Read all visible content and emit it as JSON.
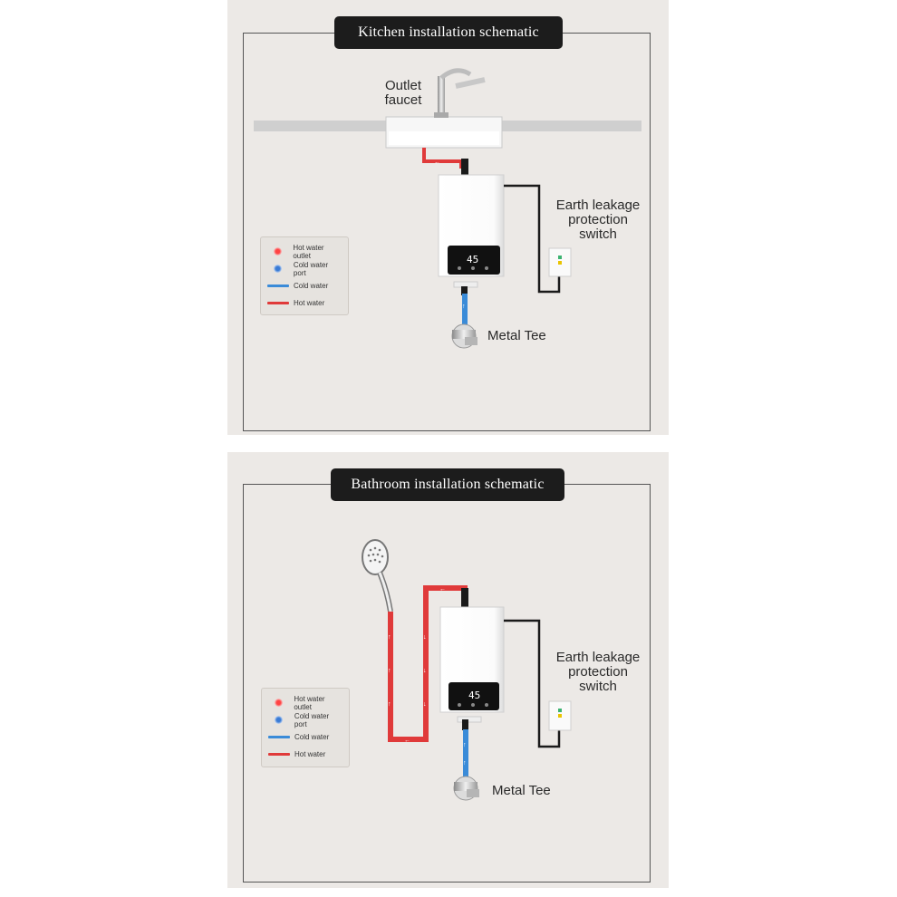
{
  "kitchen": {
    "title": "Kitchen installation schematic",
    "labels": {
      "faucet_line1": "Outlet",
      "faucet_line2": "faucet",
      "switch_line1": "Earth leakage",
      "switch_line2": "protection",
      "switch_line3": "switch",
      "tee": "Metal Tee"
    },
    "display_reading": "45",
    "legend": [
      {
        "label": "Hot water outlet",
        "key": "red-dot"
      },
      {
        "label": "Cold water port",
        "key": "blue-dot"
      },
      {
        "label": "Cold water",
        "key": "blue-line"
      },
      {
        "label": "Hot water",
        "key": "red-line"
      }
    ]
  },
  "bathroom": {
    "title": "Bathroom installation schematic",
    "labels": {
      "switch_line1": "Earth leakage",
      "switch_line2": "protection",
      "switch_line3": "switch",
      "tee": "Metal Tee"
    },
    "display_reading": "45",
    "legend": [
      {
        "label": "Hot water outlet",
        "key": "red-dot"
      },
      {
        "label": "Cold water port",
        "key": "blue-dot"
      },
      {
        "label": "Cold water",
        "key": "blue-line"
      },
      {
        "label": "Hot water",
        "key": "red-line"
      }
    ]
  },
  "colors": {
    "hot": "#e03a3a",
    "cold": "#3a8bd8",
    "wire": "#1a1a1a",
    "counter": "#cfcfcf"
  }
}
